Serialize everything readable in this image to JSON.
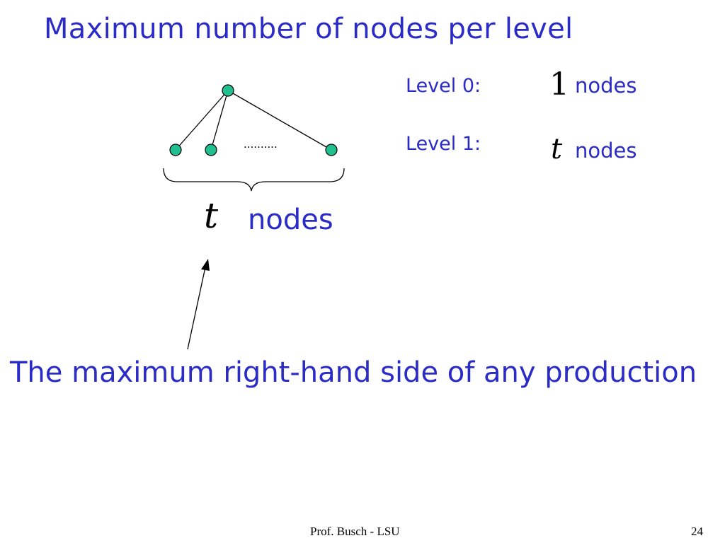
{
  "slide": {
    "title": "Maximum number of nodes per level",
    "levels": [
      {
        "label": "Level 0:",
        "count": "1",
        "unit": "nodes"
      },
      {
        "label": "Level 1:",
        "count": "t",
        "unit": "nodes"
      }
    ],
    "tree": {
      "ellipsis": "..........",
      "brace_var": "t",
      "brace_unit": "nodes",
      "node_color": "#1fbf8f"
    },
    "caption": "The maximum right-hand side of any production",
    "footer": {
      "author": "Prof. Busch - LSU",
      "page": "24"
    },
    "text_color": "#2b2bc8"
  }
}
